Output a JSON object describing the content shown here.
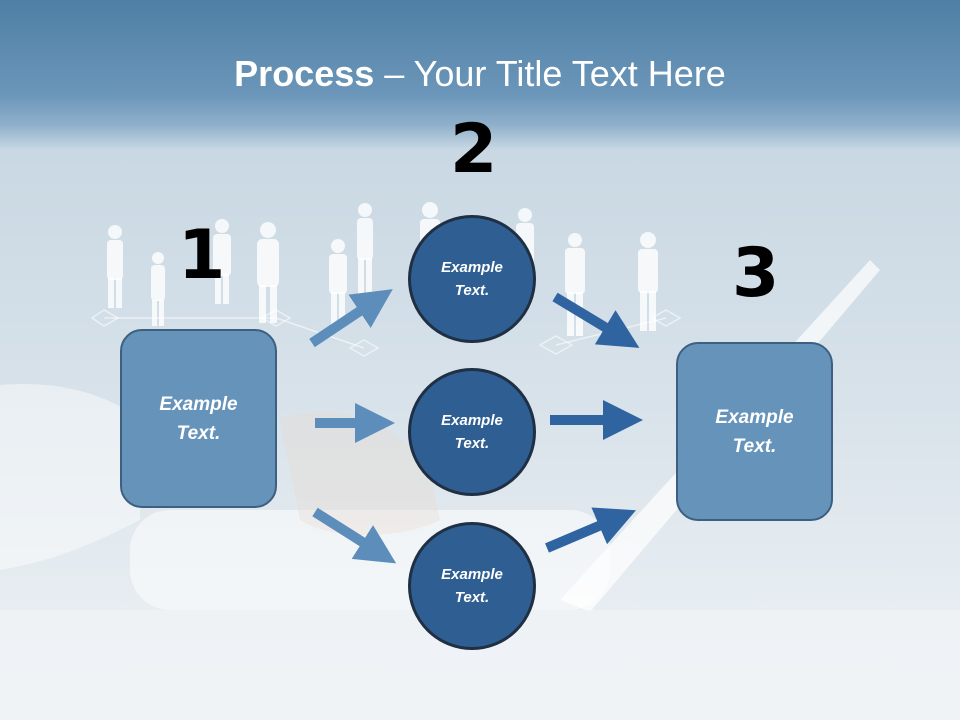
{
  "title": {
    "bold": "Process",
    "rest": " – Your Title Text Here"
  },
  "numbers": {
    "one": "1",
    "two": "2",
    "three": "3"
  },
  "left_box": {
    "line1": "Example",
    "line2": "Text."
  },
  "right_box": {
    "line1": "Example",
    "line2": "Text."
  },
  "circles": [
    {
      "line1": "Example",
      "line2": "Text."
    },
    {
      "line1": "Example",
      "line2": "Text."
    },
    {
      "line1": "Example",
      "line2": "Text."
    }
  ],
  "colors": {
    "box": "#6593ba",
    "circle": "#2f5f92",
    "arrow_light": "#5d8dbb",
    "arrow_dark": "#2f64a0"
  }
}
